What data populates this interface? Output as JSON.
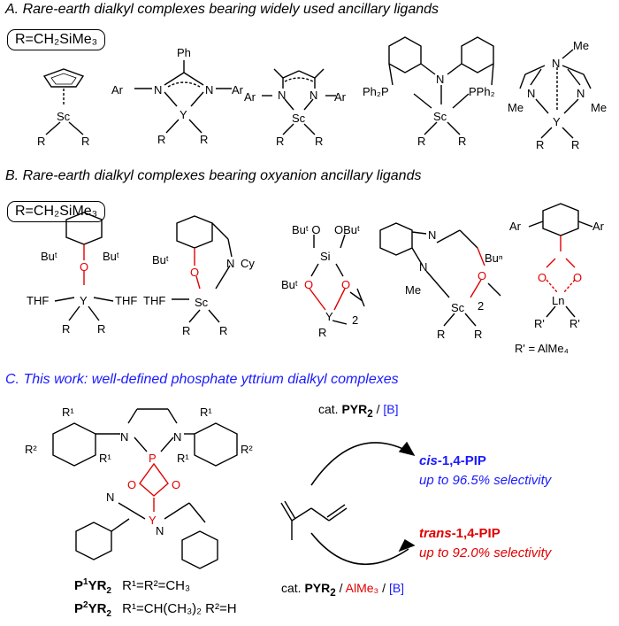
{
  "sections": {
    "a": {
      "heading": "A. Rare-earth dialkyl complexes bearing widely used ancillary ligands",
      "r_def": "R=CH₂SiMe₃"
    },
    "b": {
      "heading": "B. Rare-earth dialkyl complexes bearing oxyanion ancillary ligands",
      "r_def": "R=CH₂SiMe₃"
    },
    "c": {
      "heading": "C. This work: well-defined phosphate yttrium dialkyl complexes"
    }
  },
  "labels": {
    "R": "R",
    "Sc": "Sc",
    "Y": "Y",
    "Ln": "Ln",
    "Ar": "Ar",
    "Ph": "Ph",
    "PPh2": "PPh₂",
    "Ph2P": "Ph₂P",
    "N": "N",
    "Me": "Me",
    "O": "O",
    "P": "P",
    "Si": "Si",
    "THF": "THF",
    "Cy": "Cy",
    "But": "Buᵗ",
    "But_O": "Buᵗ O",
    "OBut": "OBuᵗ",
    "Bun": "Buⁿ",
    "sub2": "2",
    "Rp": "R'",
    "Rp_def": "R' = AlMe₄",
    "R1": "R¹",
    "R2": "R²"
  },
  "reaction": {
    "top_condition": {
      "prefix": "cat. ",
      "catalyst": "PYR",
      "cat_sub": "2",
      "sep": " / ",
      "cocat": "[B]"
    },
    "bottom_condition": {
      "prefix": "cat. ",
      "catalyst": "PYR",
      "cat_sub": "2",
      "sep": " / ",
      "alme3": "AlMe₃",
      "sep2": " / ",
      "cocat": "[B]"
    },
    "cis_product": {
      "prefix": "cis",
      "suffix": "-1,4-PIP",
      "selectivity": "up to 96.5% selectivity"
    },
    "trans_product": {
      "prefix": "trans",
      "suffix": "-1,4-PIP",
      "selectivity": "up to 92.0% selectivity"
    }
  },
  "compounds": [
    {
      "p": "P",
      "sup": "1",
      "y": "YR",
      "sub": "2",
      "formula": "R¹=R²=CH₃"
    },
    {
      "p": "P",
      "sup": "2",
      "y": "YR",
      "sub": "2",
      "formula": "R¹=CH(CH₃)₂ R²=H"
    }
  ],
  "colors": {
    "accent_blue": "#1a1aff",
    "accent_red": "#e00000"
  }
}
